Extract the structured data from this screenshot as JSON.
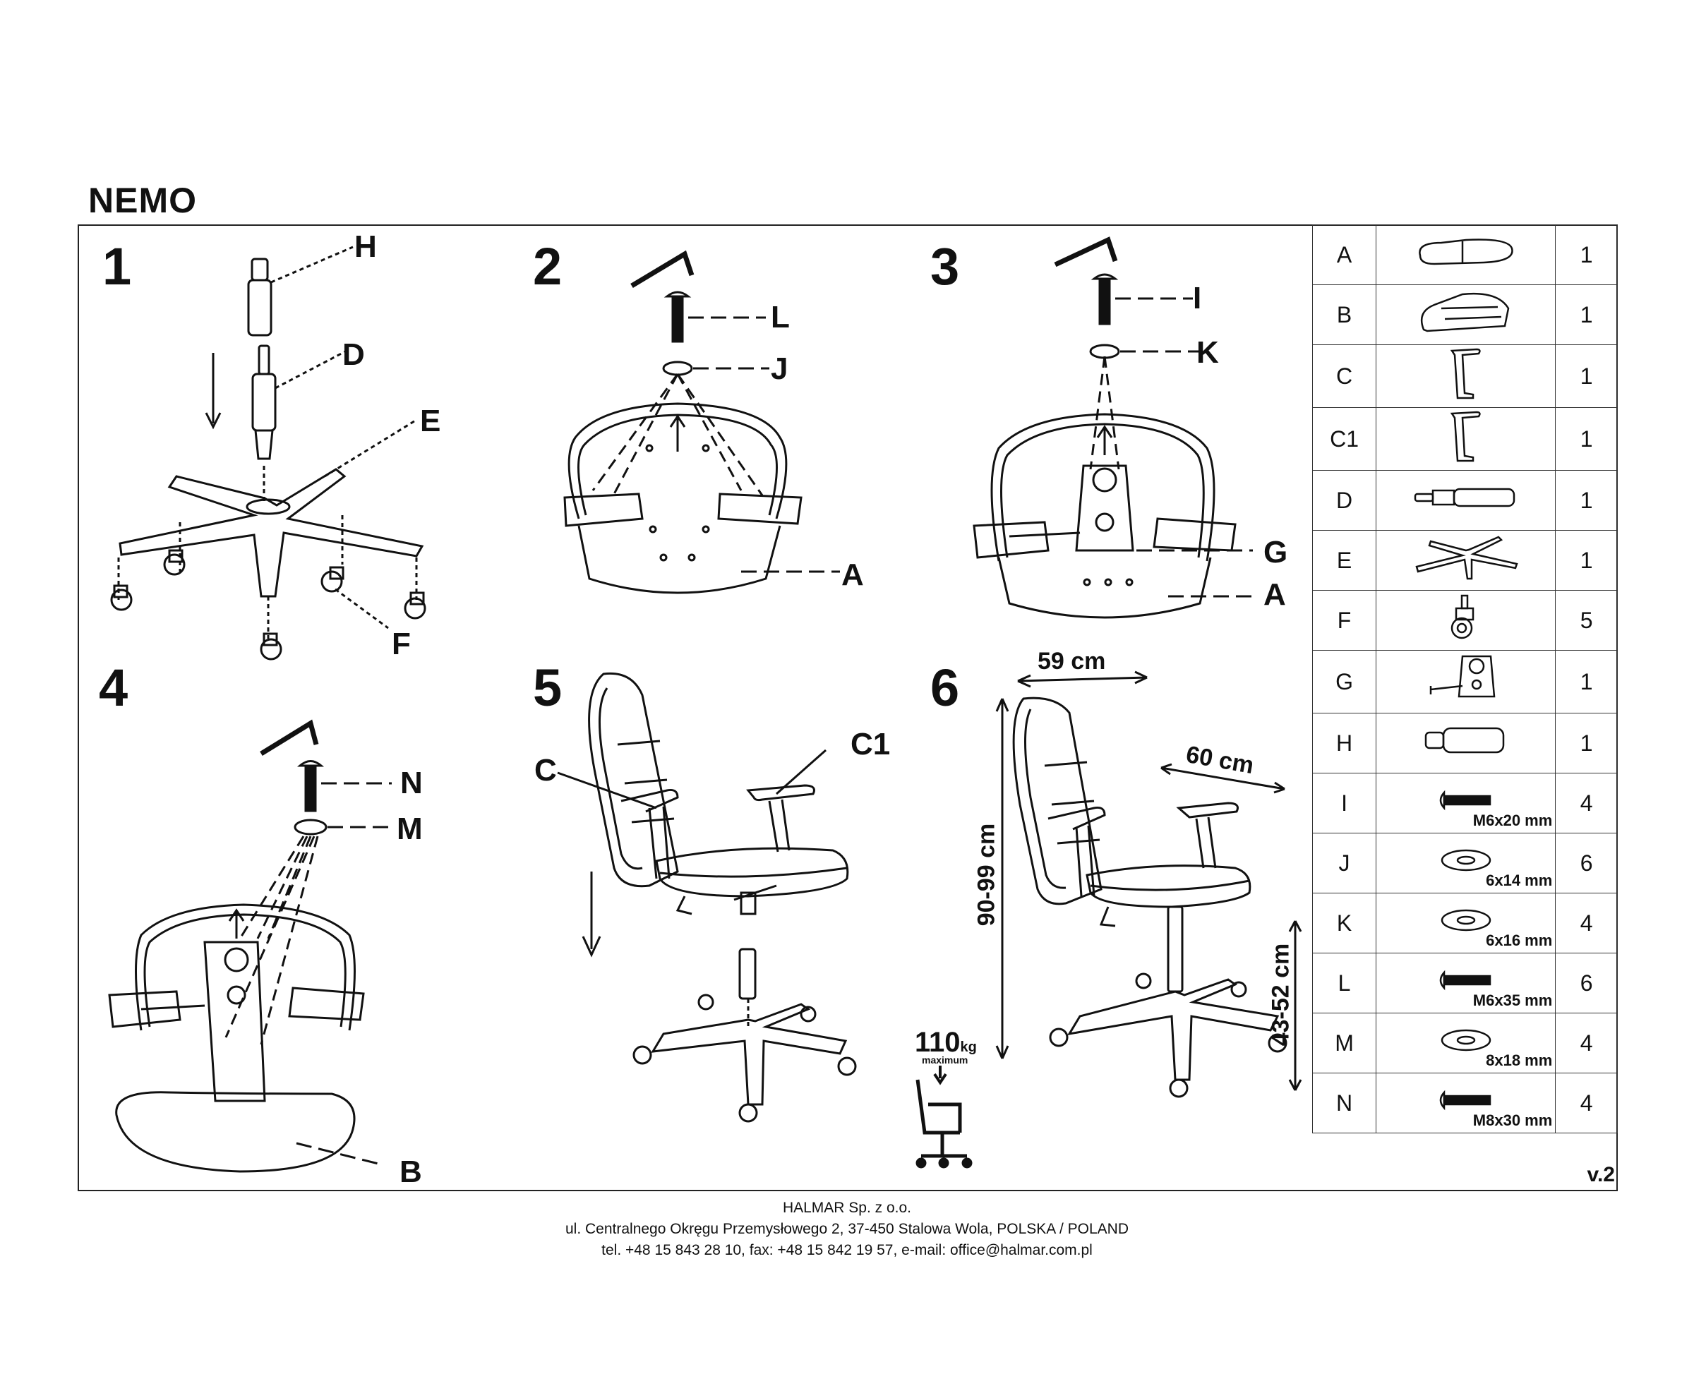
{
  "document": {
    "title": "NEMO",
    "version": "v.2"
  },
  "steps": [
    {
      "number": "1",
      "labels": [
        "H",
        "D",
        "E",
        "F"
      ]
    },
    {
      "number": "2",
      "labels": [
        "L",
        "J",
        "A"
      ]
    },
    {
      "number": "3",
      "labels": [
        "I",
        "K",
        "G",
        "A"
      ]
    },
    {
      "number": "4",
      "labels": [
        "N",
        "M",
        "B"
      ]
    },
    {
      "number": "5",
      "labels": [
        "C",
        "C1"
      ]
    },
    {
      "number": "6",
      "labels": []
    }
  ],
  "dimensions": {
    "width": "59 cm",
    "depth": "60 cm",
    "height": "90-99 cm",
    "seat_height": "43-52 cm",
    "max_load_value": "110",
    "max_load_unit": "kg",
    "max_load_note": "maximum"
  },
  "parts": [
    {
      "code": "A",
      "icon": "seat-icon",
      "spec": "",
      "qty": "1"
    },
    {
      "code": "B",
      "icon": "seat-cover-icon",
      "spec": "",
      "qty": "1"
    },
    {
      "code": "C",
      "icon": "armrest-icon",
      "spec": "",
      "qty": "1"
    },
    {
      "code": "C1",
      "icon": "armrest-icon",
      "spec": "",
      "qty": "1"
    },
    {
      "code": "D",
      "icon": "gas-lift-icon",
      "spec": "",
      "qty": "1"
    },
    {
      "code": "E",
      "icon": "star-base-icon",
      "spec": "",
      "qty": "1"
    },
    {
      "code": "F",
      "icon": "caster-icon",
      "spec": "",
      "qty": "5"
    },
    {
      "code": "G",
      "icon": "mechanism-icon",
      "spec": "",
      "qty": "1"
    },
    {
      "code": "H",
      "icon": "cover-tube-icon",
      "spec": "",
      "qty": "1"
    },
    {
      "code": "I",
      "icon": "bolt-icon",
      "spec": "M6x20 mm",
      "qty": "4"
    },
    {
      "code": "J",
      "icon": "washer-icon",
      "spec": "6x14 mm",
      "qty": "6"
    },
    {
      "code": "K",
      "icon": "washer-icon",
      "spec": "6x16 mm",
      "qty": "4"
    },
    {
      "code": "L",
      "icon": "bolt-icon",
      "spec": "M6x35 mm",
      "qty": "6"
    },
    {
      "code": "M",
      "icon": "washer-icon",
      "spec": "8x18 mm",
      "qty": "4"
    },
    {
      "code": "N",
      "icon": "bolt-icon",
      "spec": "M8x30 mm",
      "qty": "4"
    }
  ],
  "footer": {
    "company": "HALMAR Sp. z o.o.",
    "address": "ul. Centralnego Okręgu Przemysłowego 2, 37-450 Stalowa Wola, POLSKA / POLAND",
    "contact": "tel. +48 15 843 28 10, fax: +48 15 842 19 57, e-mail: office@halmar.com.pl"
  }
}
